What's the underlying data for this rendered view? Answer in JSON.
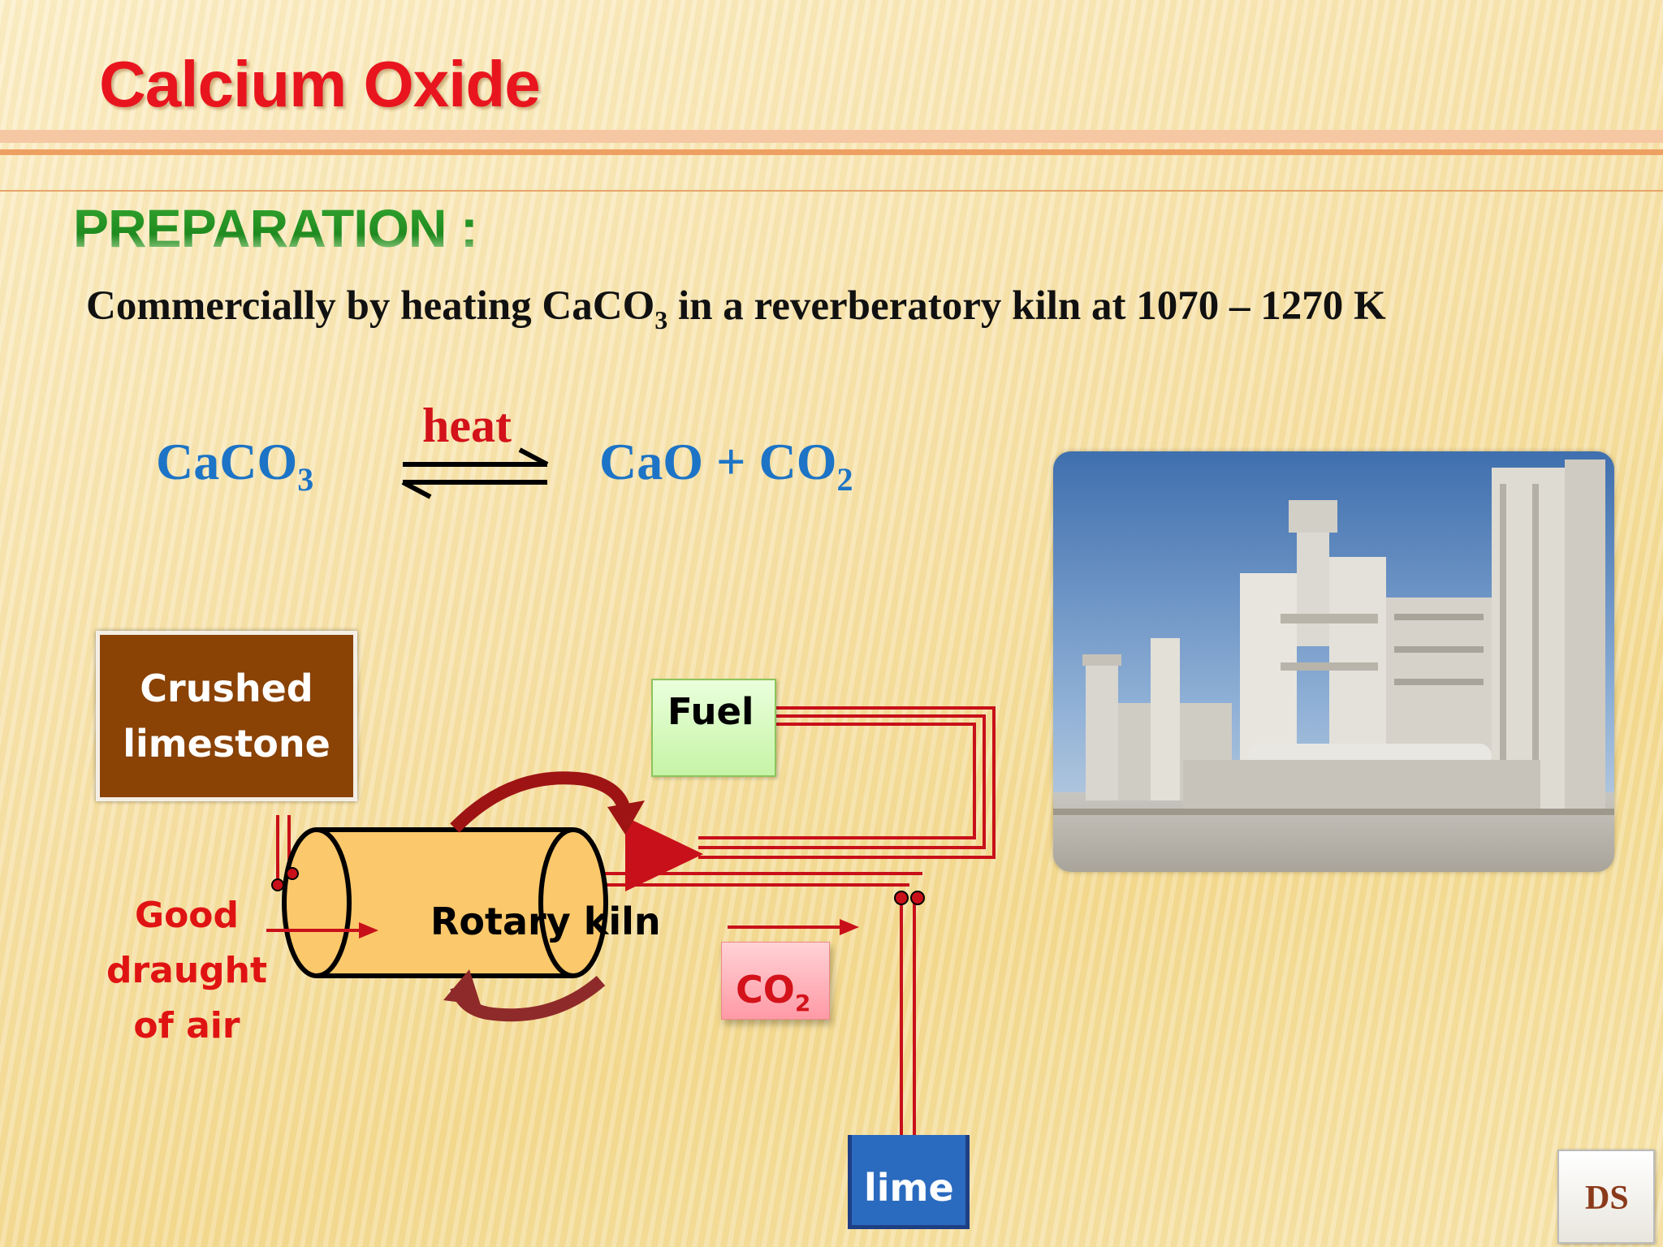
{
  "slide": {
    "title": "Calcium Oxide",
    "section_heading": "PREPARATION :",
    "description": {
      "part1": "Commercially by heating CaCO",
      "sub": "3",
      "part2": " in a reverberatory kiln at 1070 – 1270 K"
    }
  },
  "equation": {
    "reactant": "CaCO",
    "reactant_sub": "3",
    "condition": "heat",
    "products": "CaO + CO",
    "products_sub": "2"
  },
  "diagram": {
    "limestone_line1": "Crushed",
    "limestone_line2": "limestone",
    "fuel": "Fuel",
    "kiln": "Rotary kiln",
    "air_line1": "Good",
    "air_line2": "draught",
    "air_line3": "of air",
    "co2": "CO",
    "co2_sub": "2",
    "lime": "lime"
  },
  "logo": {
    "text": "DS"
  },
  "colors": {
    "title": "#e8151f",
    "heading": "#2a9a2a",
    "equation": "#1d74c6",
    "pipe": "#c8101a",
    "limestone_box": "#8a4205",
    "lime_box": "#2b6bbf"
  }
}
